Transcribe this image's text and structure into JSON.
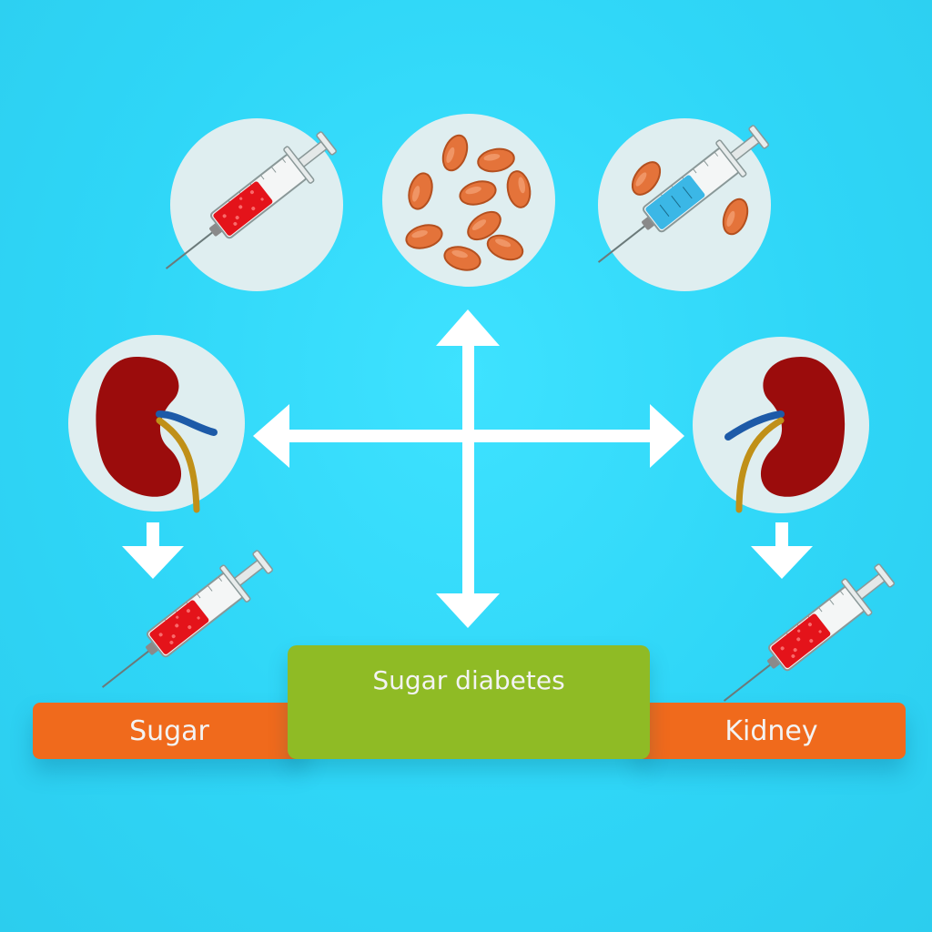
{
  "labels": {
    "left": "Sugar",
    "center": "Sugar diabetes",
    "right": "Kidney"
  },
  "icons": {
    "syringe_red": "syringe-red-blood-icon",
    "pills": "pills-icon",
    "syringe_blue": "syringe-blue-insulin-icon",
    "kidney": "kidney-icon",
    "arrow": "arrow-icon"
  },
  "colors": {
    "background": "#33d8f8",
    "circle": "#dfeef0",
    "kidney": "#9b0c0c",
    "blood": "#e4131a",
    "insulin": "#3bb7e6",
    "pill": "#e4733a",
    "arrow": "#ffffff",
    "orange_bar": "#f06a1c",
    "green_box": "#8fbb25"
  }
}
